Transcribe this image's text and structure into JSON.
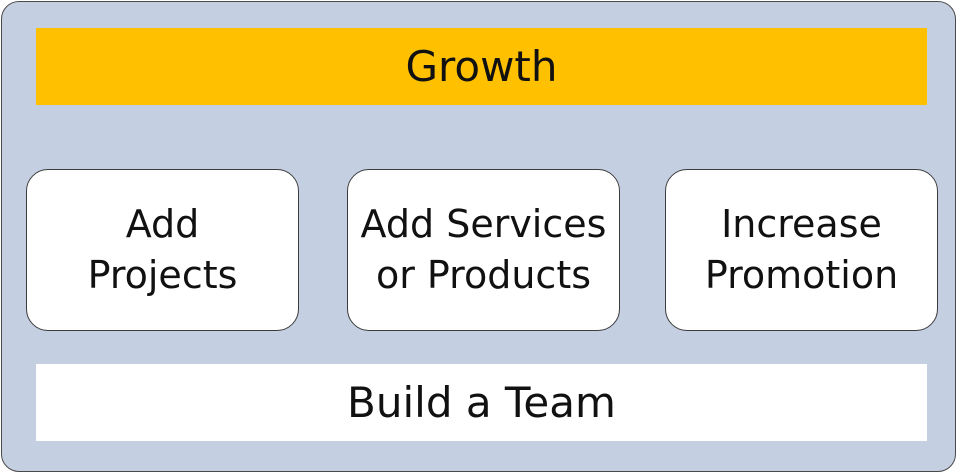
{
  "diagram": {
    "top": {
      "label": "Growth"
    },
    "pillars": [
      {
        "label": "Add Projects"
      },
      {
        "label": "Add Services or Products"
      },
      {
        "label": "Increase Promotion"
      }
    ],
    "base": {
      "label": "Build a Team"
    }
  },
  "colors": {
    "background": "#c5cfe2",
    "top_banner": "#ffc000",
    "boxes": "#ffffff",
    "border": "#3c3c3c"
  }
}
